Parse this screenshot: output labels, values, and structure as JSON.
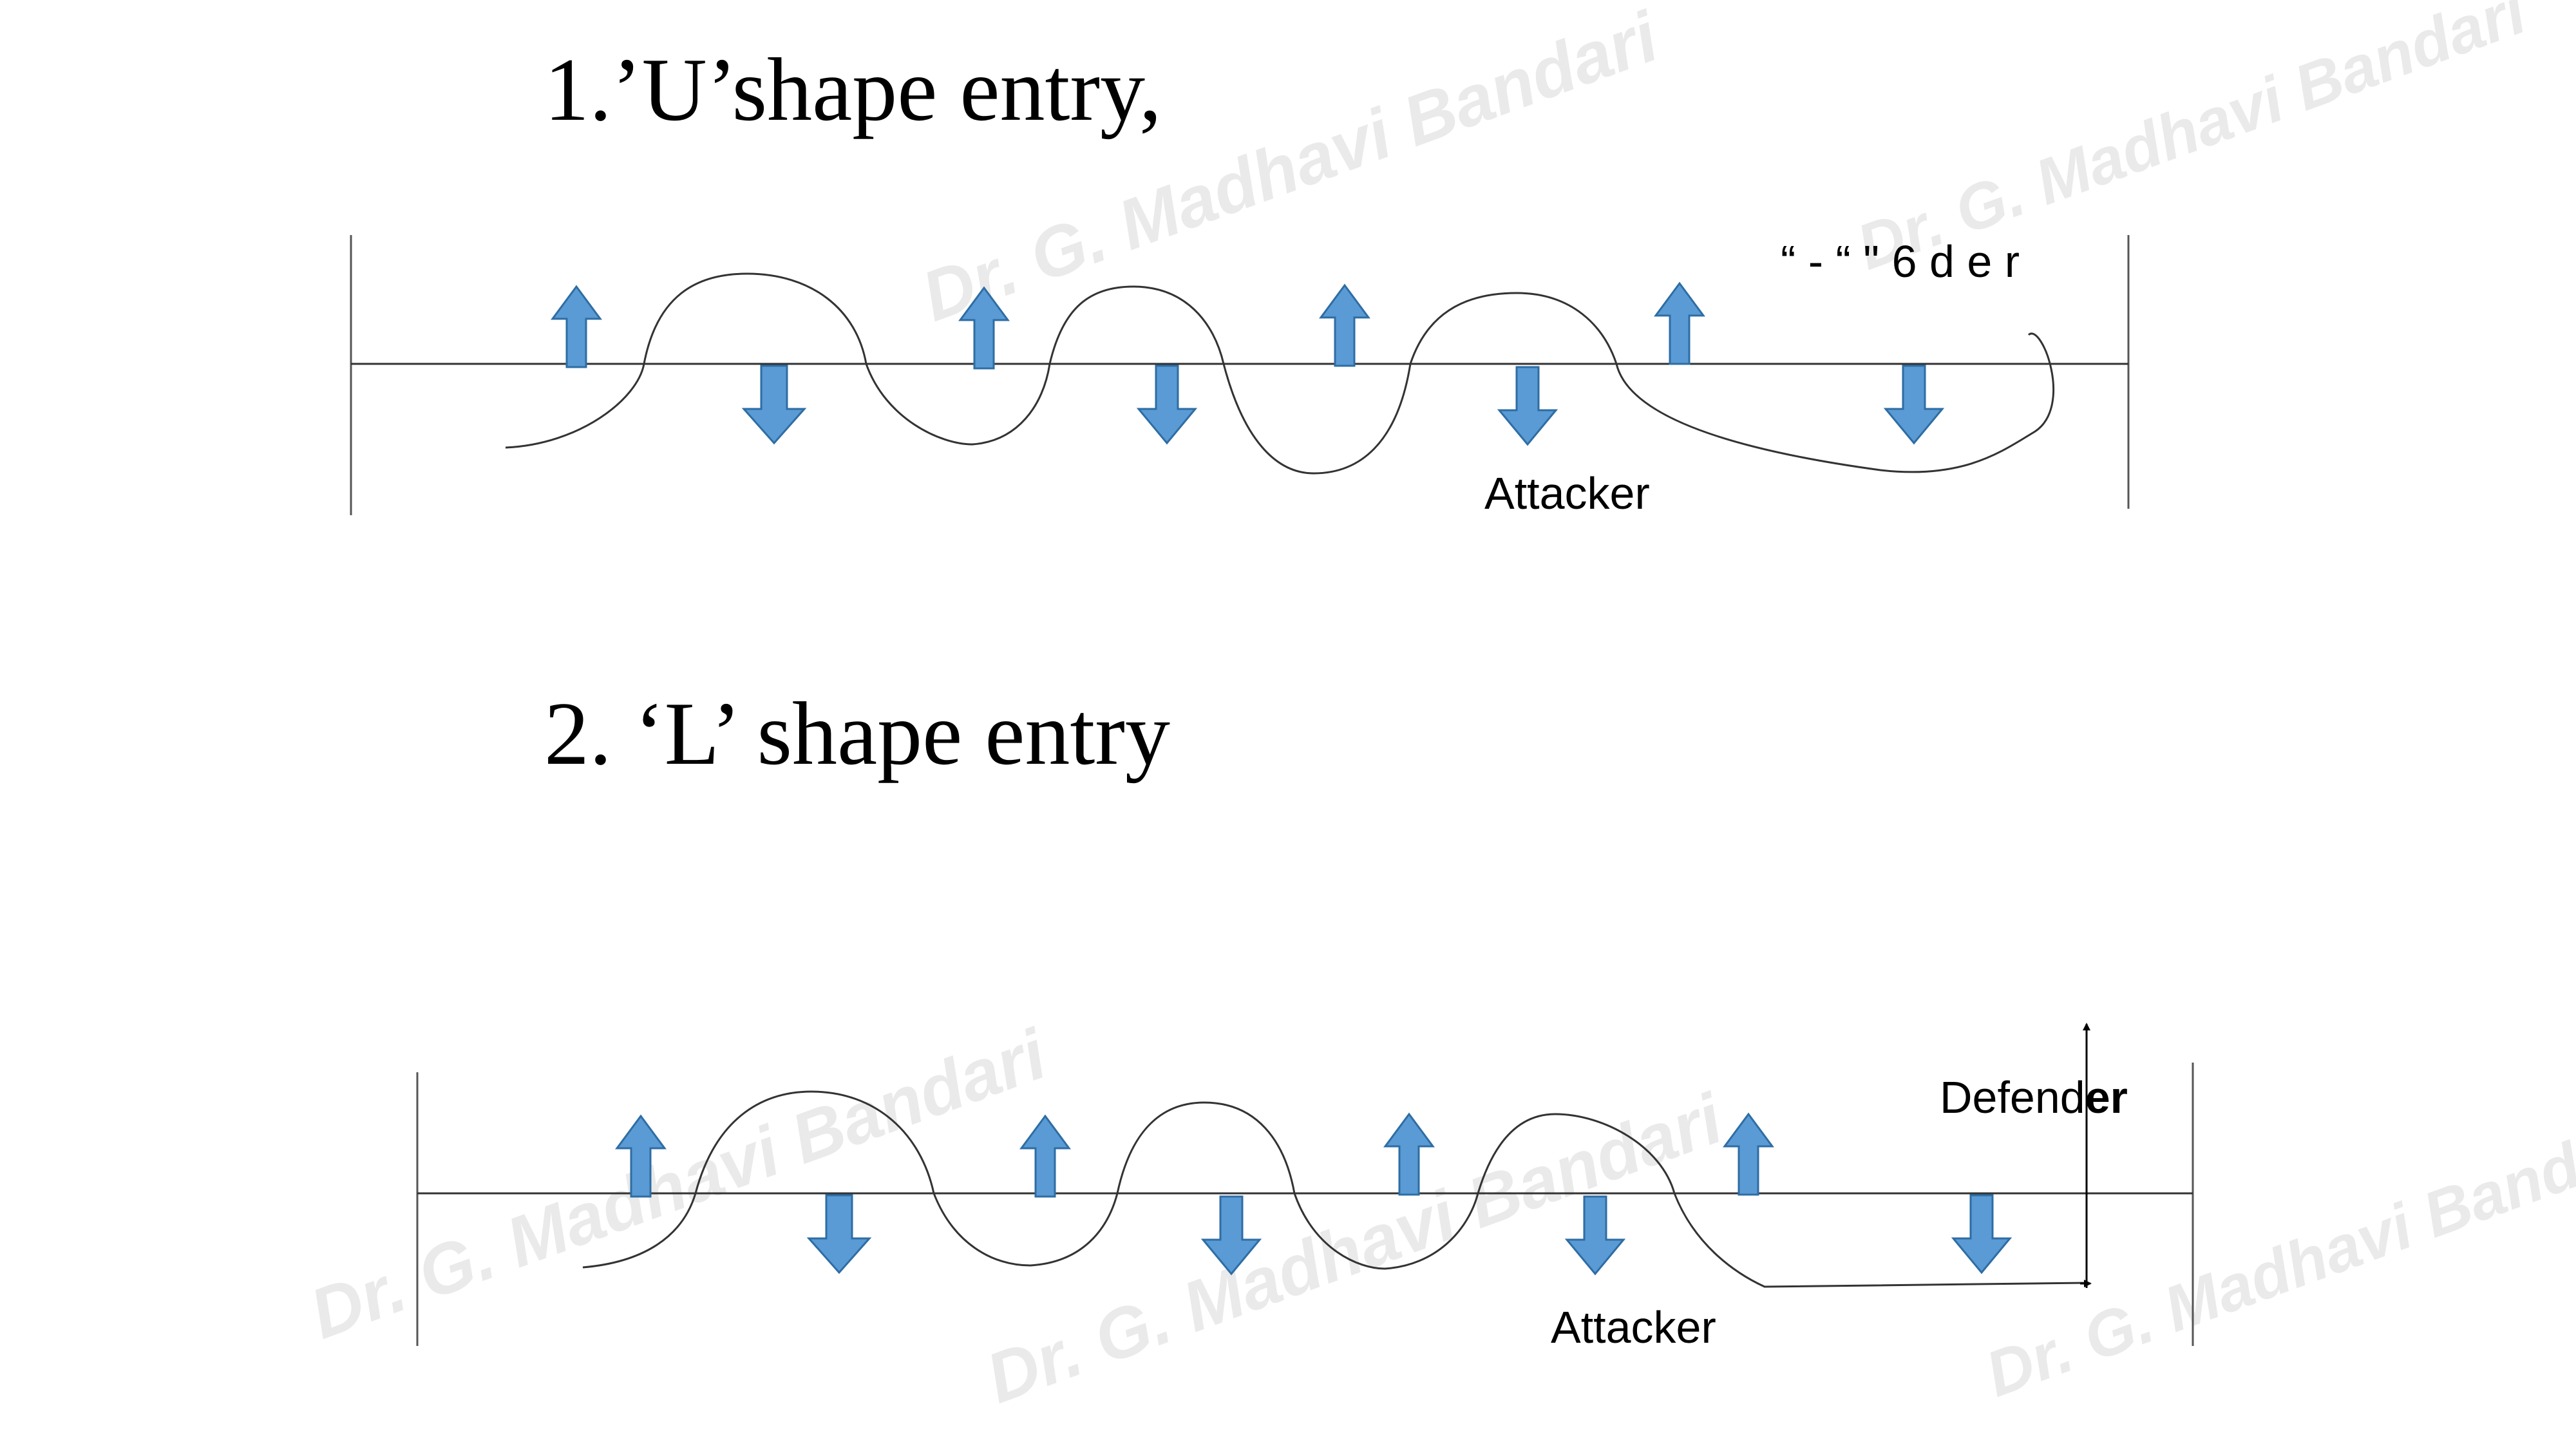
{
  "headings": {
    "u_shape": "1.’U’shape entry,",
    "l_shape": "2. ‘L’  shape entry"
  },
  "diagram_u": {
    "attacker_label": "Attacker",
    "defender_label_garbled": "“ - “ \" 6 d e r"
  },
  "diagram_l": {
    "attacker_label": "Attacker",
    "defender_label_start": "Defend",
    "defender_label_end": "er"
  },
  "watermark": "Dr. G. Madhavi Bandari",
  "colors": {
    "arrow_fill": "#5b9bd5",
    "arrow_stroke": "#2e6da4",
    "line": "#333333",
    "watermark": "#d9d9d9"
  }
}
